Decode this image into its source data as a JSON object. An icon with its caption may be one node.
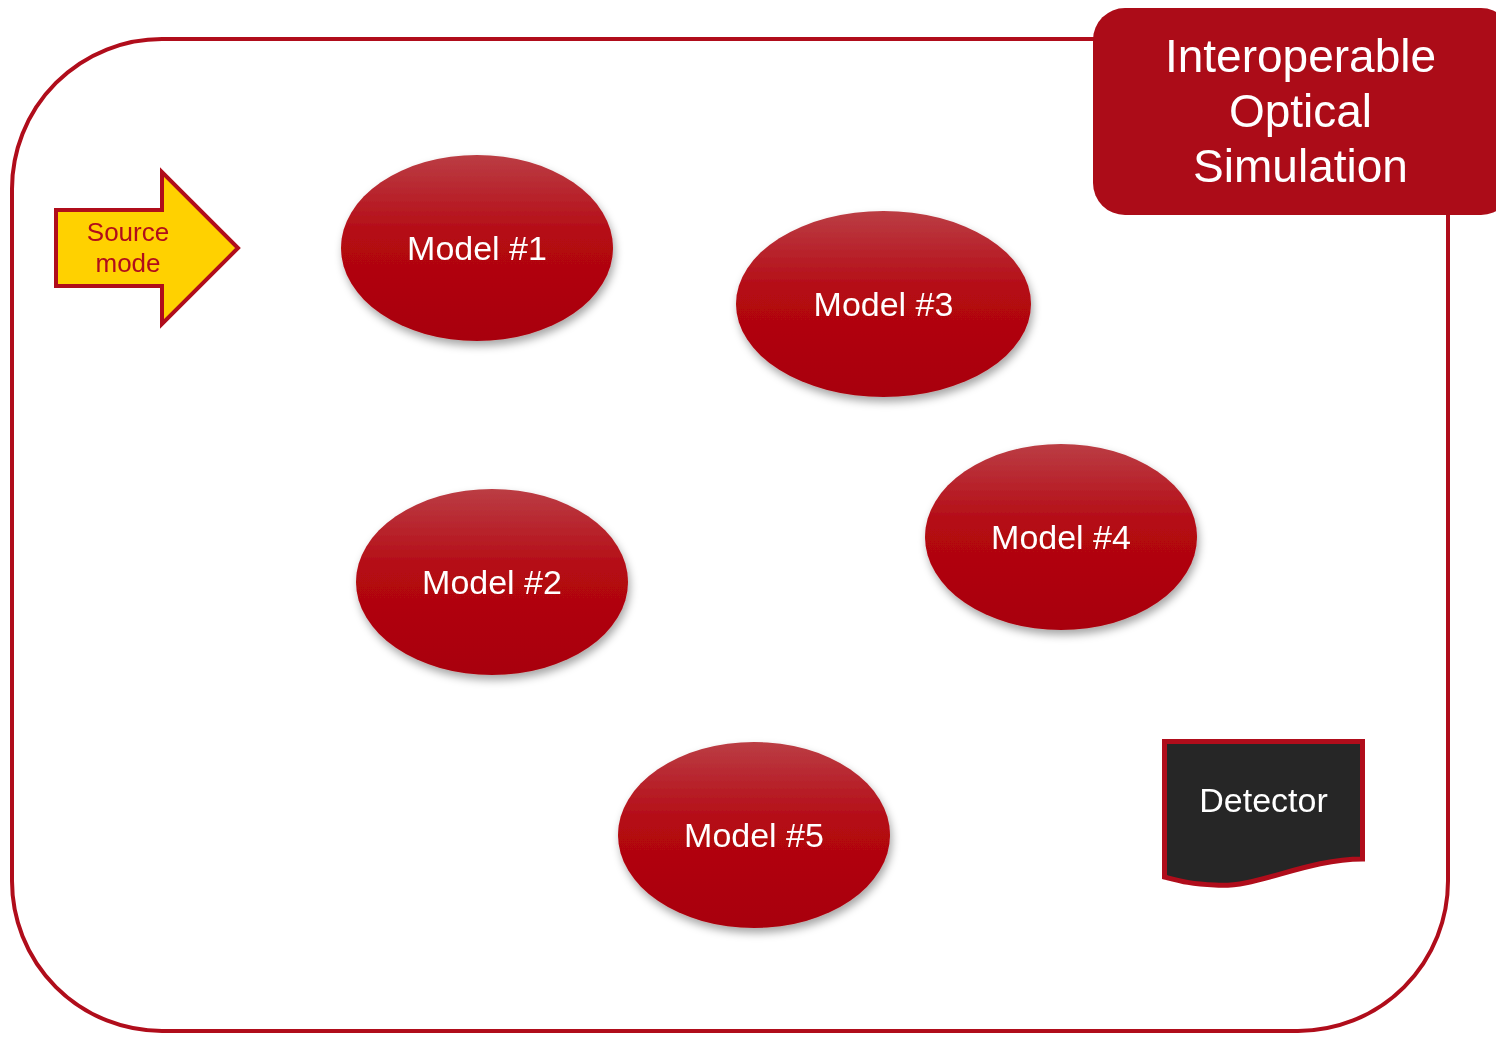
{
  "diagram": {
    "nodes": [
      {
        "text": [],
        "shape": "box"
      },
      {
        "text": [
          "Interoperable Optical Simulation"
        ]
      },
      {
        "text": [
          "Source mode"
        ],
        "in": 0
      },
      {
        "text": [
          "Model #1"
        ],
        "in": 0
      },
      {
        "text": [
          "Model #3"
        ],
        "in": 0
      },
      {
        "text": [
          "Model #2"
        ],
        "in": 0
      },
      {
        "text": [
          "Model #4"
        ],
        "in": 0
      },
      {
        "text": [
          "Model #5"
        ],
        "in": 0
      },
      {
        "text": [
          "Detector"
        ],
        "in": 0
      }
    ]
  }
}
